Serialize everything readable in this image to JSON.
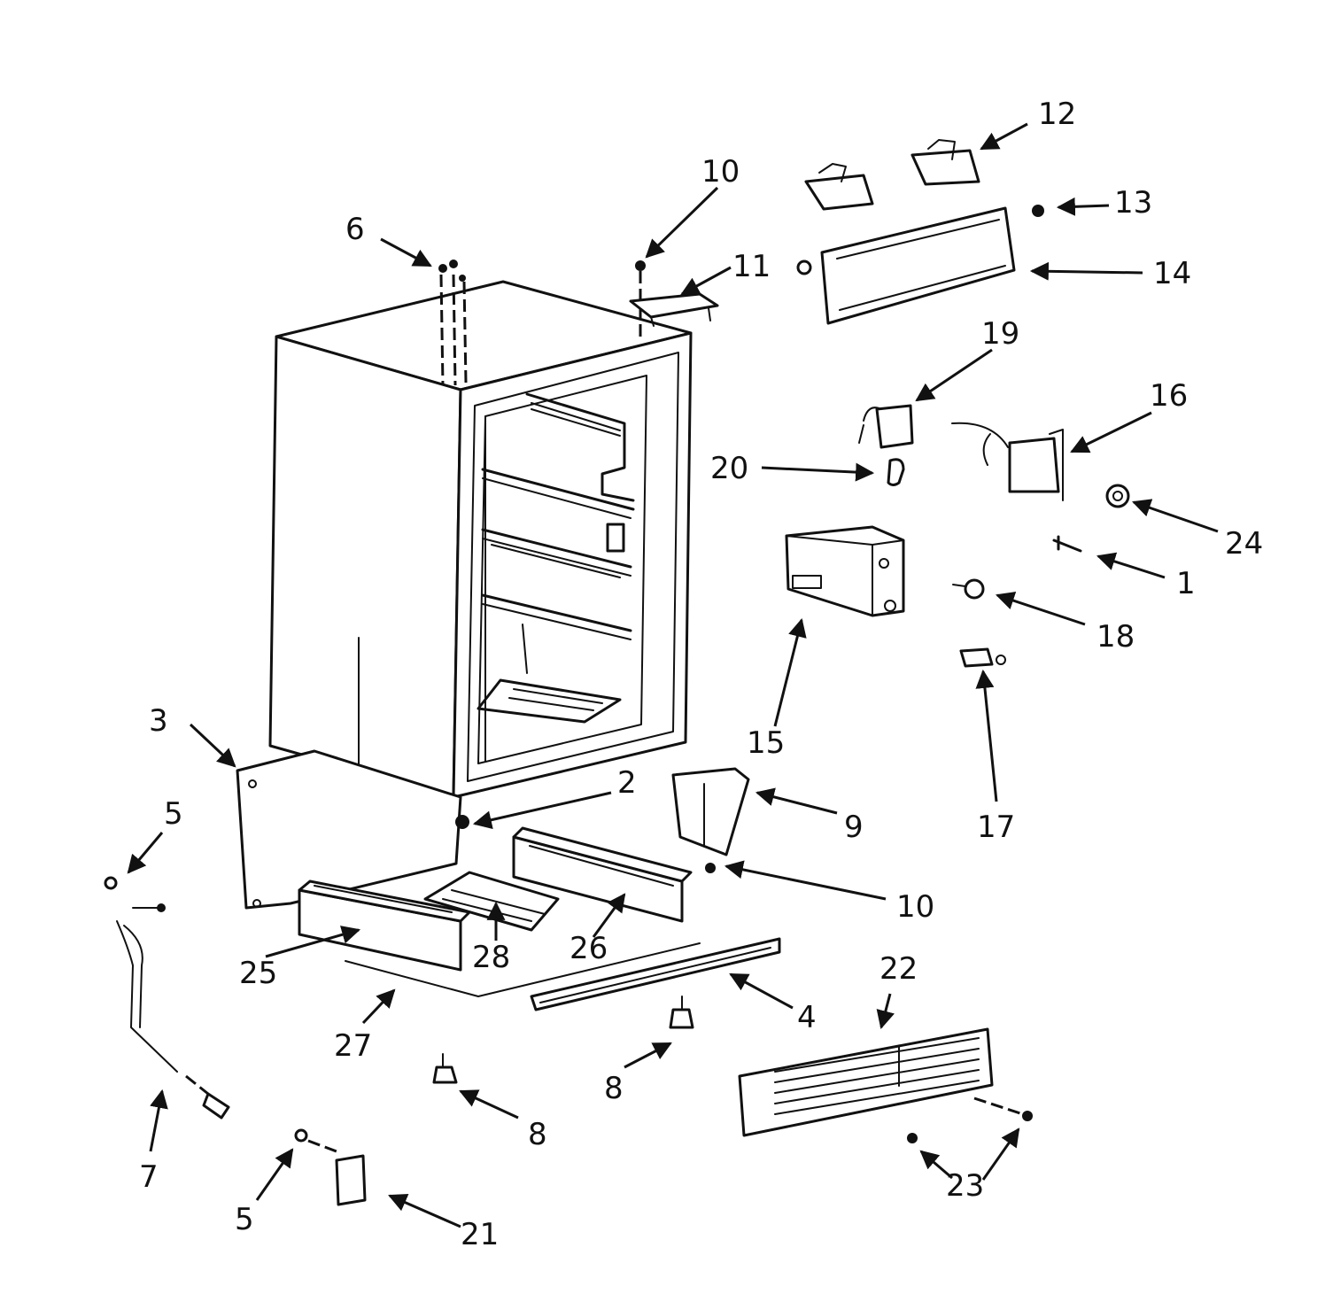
{
  "callouts": {
    "c1": "1",
    "c2": "2",
    "c3": "3",
    "c4": "4",
    "c5a": "5",
    "c5b": "5",
    "c6": "6",
    "c7": "7",
    "c8a": "8",
    "c8b": "8",
    "c9": "9",
    "c10a": "10",
    "c10b": "10",
    "c11": "11",
    "c12": "12",
    "c13": "13",
    "c14": "14",
    "c15": "15",
    "c16": "16",
    "c17": "17",
    "c18": "18",
    "c19": "19",
    "c20": "20",
    "c21": "21",
    "c22": "22",
    "c23": "23",
    "c24": "24",
    "c25": "25",
    "c26": "26",
    "c27": "27",
    "c28": "28"
  },
  "colors": {
    "ink": "#111111",
    "paper": "#ffffff"
  }
}
